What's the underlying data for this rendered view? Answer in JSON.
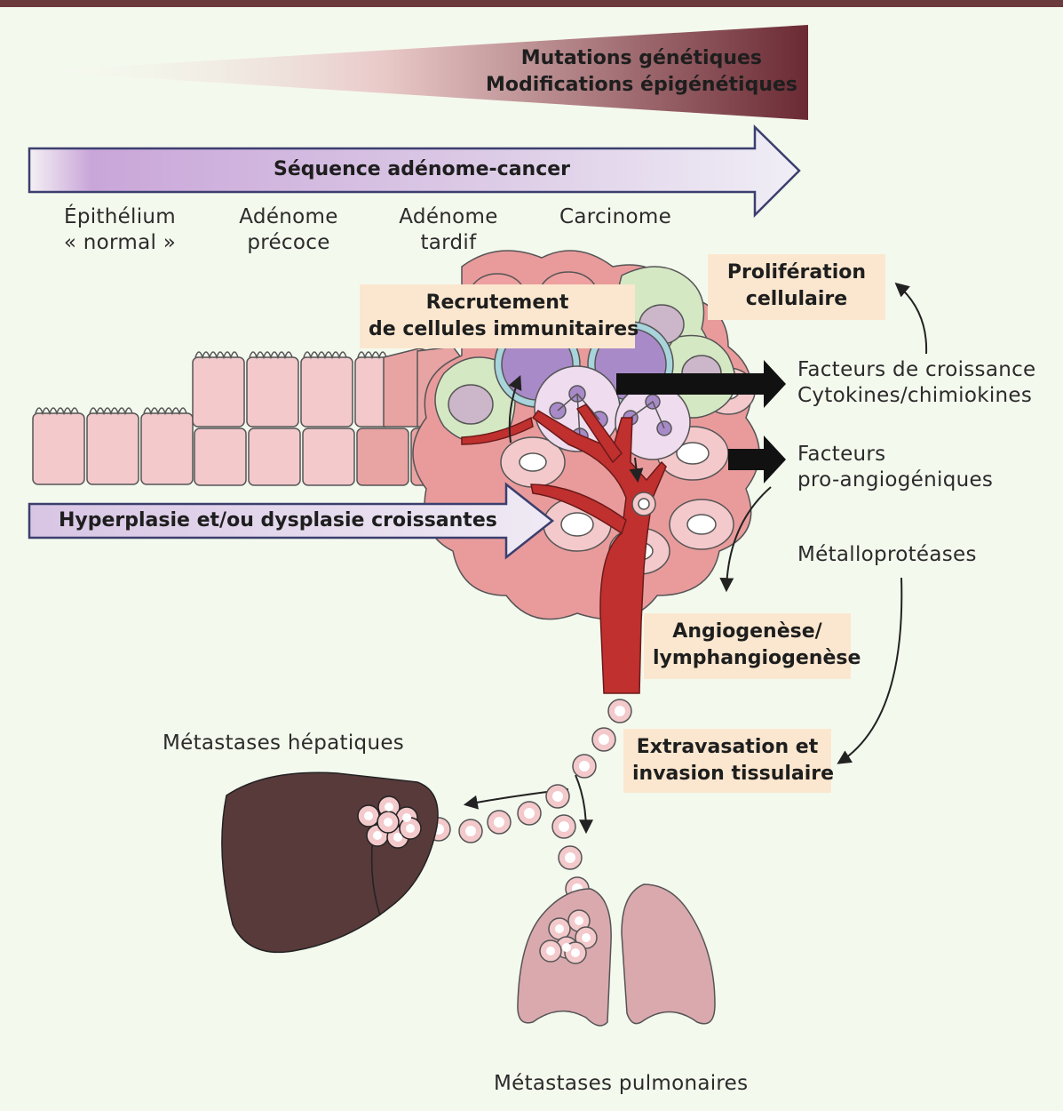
{
  "header": {
    "gradient_title_line1": "Mutations génétiques",
    "gradient_title_line2": "Modifications épigénétiques",
    "sequence_arrow_label": "Séquence adénome-cancer",
    "hyperplasia_arrow_label": "Hyperplasie et/ou dysplasie croissantes"
  },
  "stages": [
    {
      "line1": "Épithélium",
      "line2": "« normal »"
    },
    {
      "line1": "Adénome",
      "line2": "précoce"
    },
    {
      "line1": "Adénome",
      "line2": "tardif"
    },
    {
      "line1": "Carcinome",
      "line2": ""
    }
  ],
  "boxes": {
    "recruitment_line1": "Recrutement",
    "recruitment_line2": "de cellules immunitaires",
    "proliferation_line1": "Prolifération",
    "proliferation_line2": "cellulaire",
    "angiogenesis_line1": "Angiogenèse/",
    "angiogenesis_line2": "lymphangiogenèse",
    "extravasation_line1": "Extravasation et",
    "extravasation_line2": "invasion tissulaire"
  },
  "factors": {
    "growth_line1": "Facteurs de croissance",
    "growth_line2": "Cytokines/chimiokines",
    "proangio_line1": "Facteurs",
    "proangio_line2": "pro-angiogéniques",
    "metallo": "Métalloprotéases"
  },
  "metastases": {
    "liver": "Métastases hépatiques",
    "lung": "Métastases pulmonaires"
  },
  "colors": {
    "background": "#f4f9ee",
    "top_bar": "#6b3a3c",
    "mutation_gradient_dark": "#6b2a33",
    "sequence_arrow_purple": "#c9a6d9",
    "box_fill": "#fbe7cf",
    "vessel_red": "#c0302e",
    "liver": "#583a3a",
    "lung": "#d9a9ae",
    "cell_pink": "#f2c5c7"
  }
}
